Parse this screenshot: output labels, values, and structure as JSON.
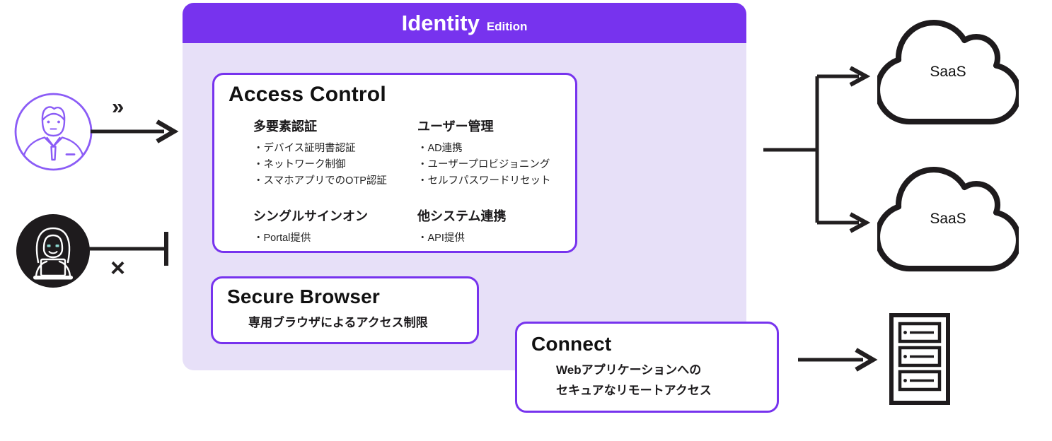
{
  "header": {
    "title": "Identity",
    "subtitle": "Edition"
  },
  "access_control": {
    "title": "Access Control",
    "groups": [
      {
        "heading": "多要素認証",
        "items": [
          "・デバイス証明書認証",
          "・ネットワーク制御",
          "・スマホアプリでのOTP認証"
        ]
      },
      {
        "heading": "ユーザー管理",
        "items": [
          "・AD連携",
          "・ユーザープロビジョニング",
          "・セルフパスワードリセット"
        ]
      },
      {
        "heading": "シングルサインオン",
        "items": [
          "・Portal提供"
        ]
      },
      {
        "heading": "他システム連携",
        "items": [
          "・API提供"
        ]
      }
    ]
  },
  "secure_browser": {
    "title": "Secure Browser",
    "description": "専用ブラウザによるアクセス制限"
  },
  "connect": {
    "title": "Connect",
    "description_lines": [
      "Webアプリケーションへの",
      "セキュアなリモートアクセス"
    ]
  },
  "clouds": [
    {
      "label": "SaaS"
    },
    {
      "label": "SaaS"
    }
  ],
  "symbols": {
    "fast_forward": "»",
    "blocked_cross": "×"
  },
  "icons": {
    "user": "user-avatar-icon",
    "hacker": "hacker-icon",
    "cloud": "cloud-icon",
    "server": "server-icon"
  },
  "colors": {
    "accent": "#7733EE",
    "accent_light": "#E7E0F8",
    "line": "#221F20",
    "avatar_stroke": "#8B5CF6",
    "hacker_eyes": "#8BD8D0"
  }
}
